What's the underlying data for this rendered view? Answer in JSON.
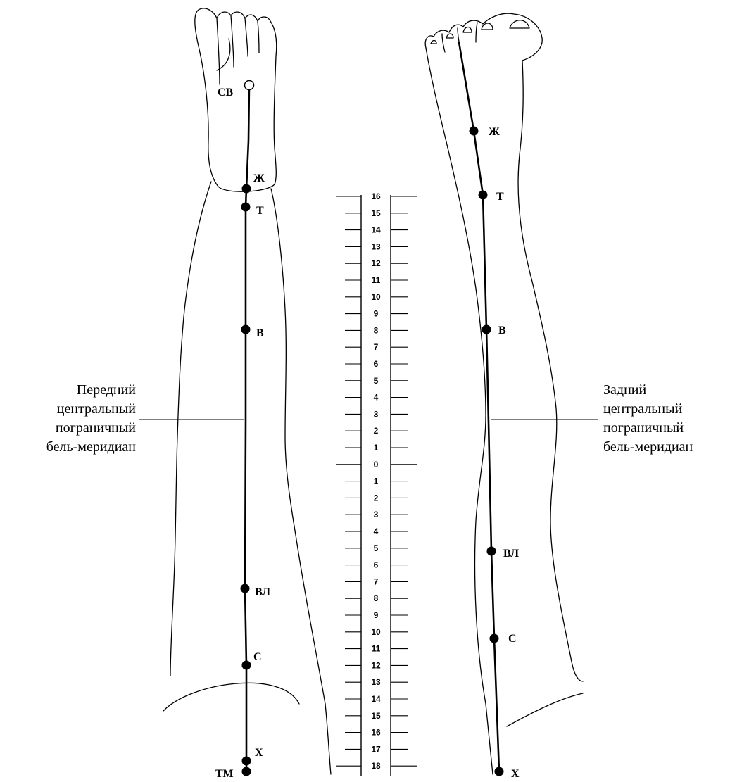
{
  "front_leg": {
    "caption_lines": [
      "Передний",
      "центральный",
      "пограничный",
      "бель-меридиан"
    ],
    "points": [
      {
        "label": "СВ",
        "filled": false
      },
      {
        "label": "Ж",
        "filled": true
      },
      {
        "label": "Т",
        "filled": true
      },
      {
        "label": "В",
        "filled": true
      },
      {
        "label": "ВЛ",
        "filled": true
      },
      {
        "label": "С",
        "filled": true
      },
      {
        "label": "Х",
        "filled": true
      },
      {
        "label": "ТМ",
        "filled": true
      }
    ]
  },
  "back_leg": {
    "caption_lines": [
      "Задний",
      "центральный",
      "пограничный",
      "бель-меридиан"
    ],
    "points": [
      {
        "label": "Ж",
        "filled": true
      },
      {
        "label": "Т",
        "filled": true
      },
      {
        "label": "В",
        "filled": true
      },
      {
        "label": "ВЛ",
        "filled": true
      },
      {
        "label": "С",
        "filled": true
      },
      {
        "label": "Х",
        "filled": true
      }
    ]
  },
  "ruler": {
    "labels": [
      "16",
      "15",
      "14",
      "13",
      "12",
      "11",
      "10",
      "9",
      "8",
      "7",
      "6",
      "5",
      "4",
      "3",
      "2",
      "1",
      "0",
      "1",
      "2",
      "3",
      "4",
      "5",
      "6",
      "7",
      "8",
      "9",
      "10",
      "11",
      "12",
      "13",
      "14",
      "15",
      "16",
      "17",
      "18"
    ]
  }
}
